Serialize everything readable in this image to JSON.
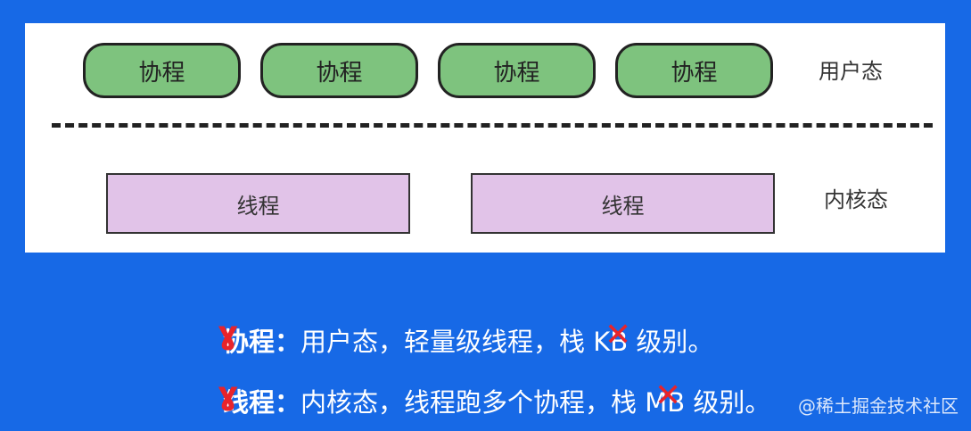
{
  "diagram": {
    "coroutines": [
      "协程",
      "协程",
      "协程",
      "协程"
    ],
    "threads": [
      "线程",
      "线程"
    ],
    "user_space_label": "用户态",
    "kernel_space_label": "内核态"
  },
  "notes": {
    "line1_head": "协程",
    "line1_colon": "：",
    "line1_body": "用户态，轻量级线程，栈 KB 级别。",
    "line2_head": "线程",
    "line2_colon": "：",
    "line2_body": "内核态，线程跑多个协程，栈 MB 级别。"
  },
  "watermark": "@稀土掘金技术社区",
  "colors": {
    "background": "#1769e6",
    "coroutine_fill": "#7ec37e",
    "thread_fill": "#e1c3e8",
    "annotation_red": "#e8242b"
  }
}
